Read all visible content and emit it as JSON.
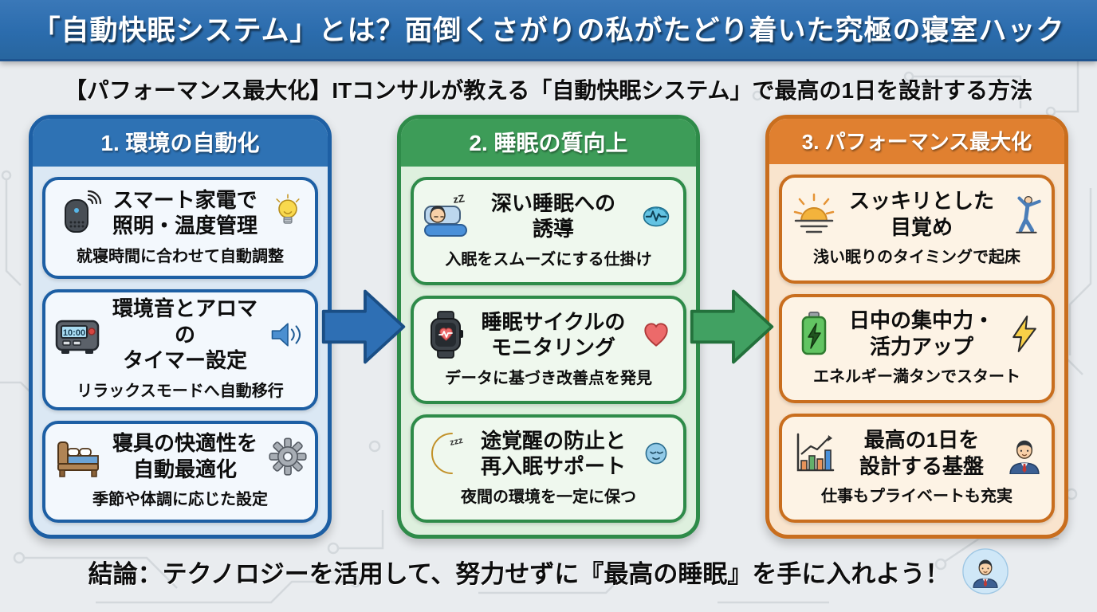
{
  "header": {
    "title": "「自動快眠システム」とは？面倒くさがりの私がたどり着いた究極の寝室ハック",
    "subtitle": "【パフォーマンス最大化】ITコンサルが教える「自動快眠システム」で最高の1日を設計する方法"
  },
  "colors": {
    "title_bar_blue": "#2b6cad",
    "column1_blue": "#1d5fa4",
    "column2_green": "#2e8b49",
    "column3_orange": "#c96e1e",
    "arrow_blue": "#2e6fb4",
    "arrow_green": "#41a162"
  },
  "columns": [
    {
      "header": "1. 環境の自動化",
      "cards": [
        {
          "title": "スマート家電で\n照明・温度管理",
          "caption": "就寝時間に合わせて自動調整",
          "left_icon": "smart-speaker-icon",
          "right_icon": "light-bulb-icon"
        },
        {
          "title": "環境音とアロマの\nタイマー設定",
          "caption": "リラックスモードへ自動移行",
          "clock_display": "10:00",
          "left_icon": "digital-clock-icon",
          "right_icon": "speaker-sound-icon"
        },
        {
          "title": "寝具の快適性を\n自動最適化",
          "caption": "季節や体調に応じた設定",
          "left_icon": "bed-icon",
          "right_icon": "gear-icon"
        }
      ]
    },
    {
      "header": "2. 睡眠の質向上",
      "cards": [
        {
          "title": "深い睡眠への\n誘導",
          "caption": "入眠をスムーズにする仕掛け",
          "icon_text": "zZ",
          "left_icon": "sleeping-person-icon",
          "right_icon": "brain-icon"
        },
        {
          "title": "睡眠サイクルの\nモニタリング",
          "caption": "データに基づき改善点を発見",
          "left_icon": "smartwatch-icon",
          "right_icon": "heart-icon"
        },
        {
          "title": "途覚醒の防止と\n再入眠サポート",
          "caption": "夜間の環境を一定に保つ",
          "icon_text": "zzz",
          "left_icon": "crescent-moon-icon",
          "right_icon": "sleepy-face-icon"
        }
      ]
    },
    {
      "header": "3. パフォーマンス最大化",
      "cards": [
        {
          "title": "スッキリとした\n目覚め",
          "caption": "浅い眠りのタイミングで起床",
          "left_icon": "sunrise-icon",
          "right_icon": "stretching-person-icon"
        },
        {
          "title": "日中の集中力・\n活力アップ",
          "caption": "エネルギー満タンでスタート",
          "left_icon": "battery-icon",
          "right_icon": "lightning-bolt-icon"
        },
        {
          "title": "最高の1日を\n設計する基盤",
          "caption": "仕事もプライベートも充実",
          "left_icon": "bar-chart-icon",
          "right_icon": "businessman-icon"
        }
      ]
    }
  ],
  "footer": {
    "conclusion": "結論：テクノロジーを活用して、努力せずに『最高の睡眠』を手に入れよう！"
  }
}
